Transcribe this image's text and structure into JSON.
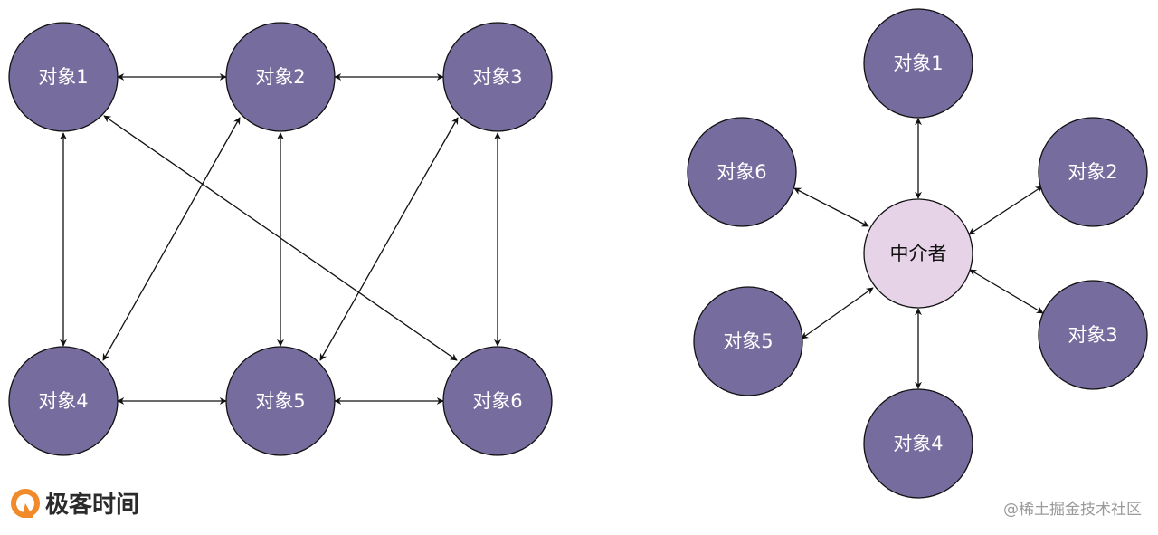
{
  "left_diagram": {
    "nodes": [
      {
        "label": "对象1"
      },
      {
        "label": "对象2"
      },
      {
        "label": "对象3"
      },
      {
        "label": "对象4"
      },
      {
        "label": "对象5"
      },
      {
        "label": "对象6"
      }
    ]
  },
  "right_diagram": {
    "center": {
      "label": "中介者"
    },
    "nodes": [
      {
        "label": "对象1"
      },
      {
        "label": "对象2"
      },
      {
        "label": "对象3"
      },
      {
        "label": "对象4"
      },
      {
        "label": "对象5"
      },
      {
        "label": "对象6"
      }
    ]
  },
  "branding": {
    "logo_text": "极客时间",
    "watermark": "@稀土掘金技术社区"
  },
  "colors": {
    "node_fill": "#776C9E",
    "mediator_fill": "#E6D3E8",
    "stroke": "#111111",
    "logo_orange": "#F08A2B"
  }
}
